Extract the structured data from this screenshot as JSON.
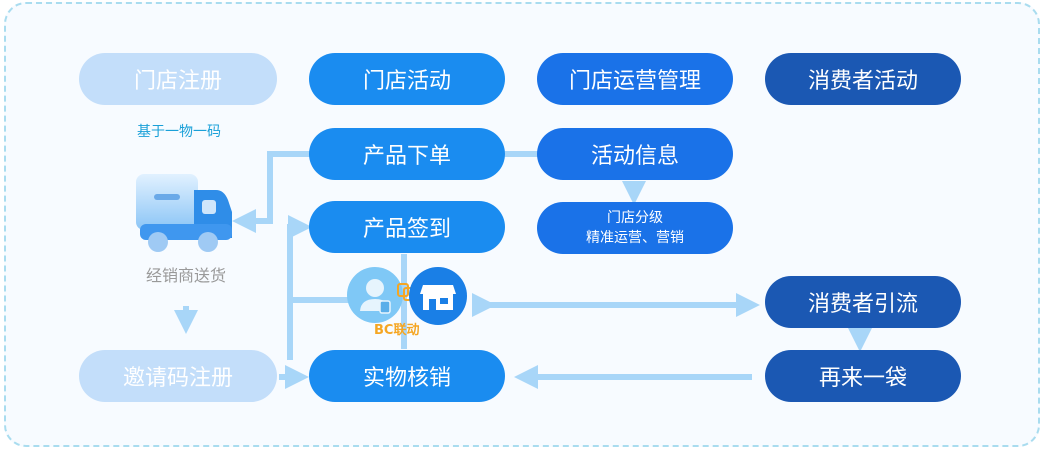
{
  "nodes": {
    "store_register": "门店注册",
    "store_activity": "门店活动",
    "store_ops": "门店运营管理",
    "consumer_activity": "消费者活动",
    "product_order": "产品下单",
    "activity_info": "活动信息",
    "product_checkin": "产品签到",
    "store_level_line1": "门店分级",
    "store_level_line2": "精准运营、营销",
    "consumer_attract": "消费者引流",
    "invite_register": "邀请码注册",
    "physical_redeem": "实物核销",
    "repurchase": "再来一袋"
  },
  "labels": {
    "one_item_one_code": "基于一物一码",
    "dealer_delivery": "经销商送货",
    "bc_link": "BC联动"
  },
  "colors": {
    "light_pill": "#c3defa",
    "mid_pill": "#1a8cf0",
    "dark_pill": "#1b58b3",
    "connector": "#a8d6f8",
    "accent_text": "#1aa0d8",
    "bc_orange": "#f5a623"
  },
  "icons": {
    "truck": "truck-icon",
    "user": "user-icon",
    "store": "store-icon",
    "link": "link-icon"
  }
}
